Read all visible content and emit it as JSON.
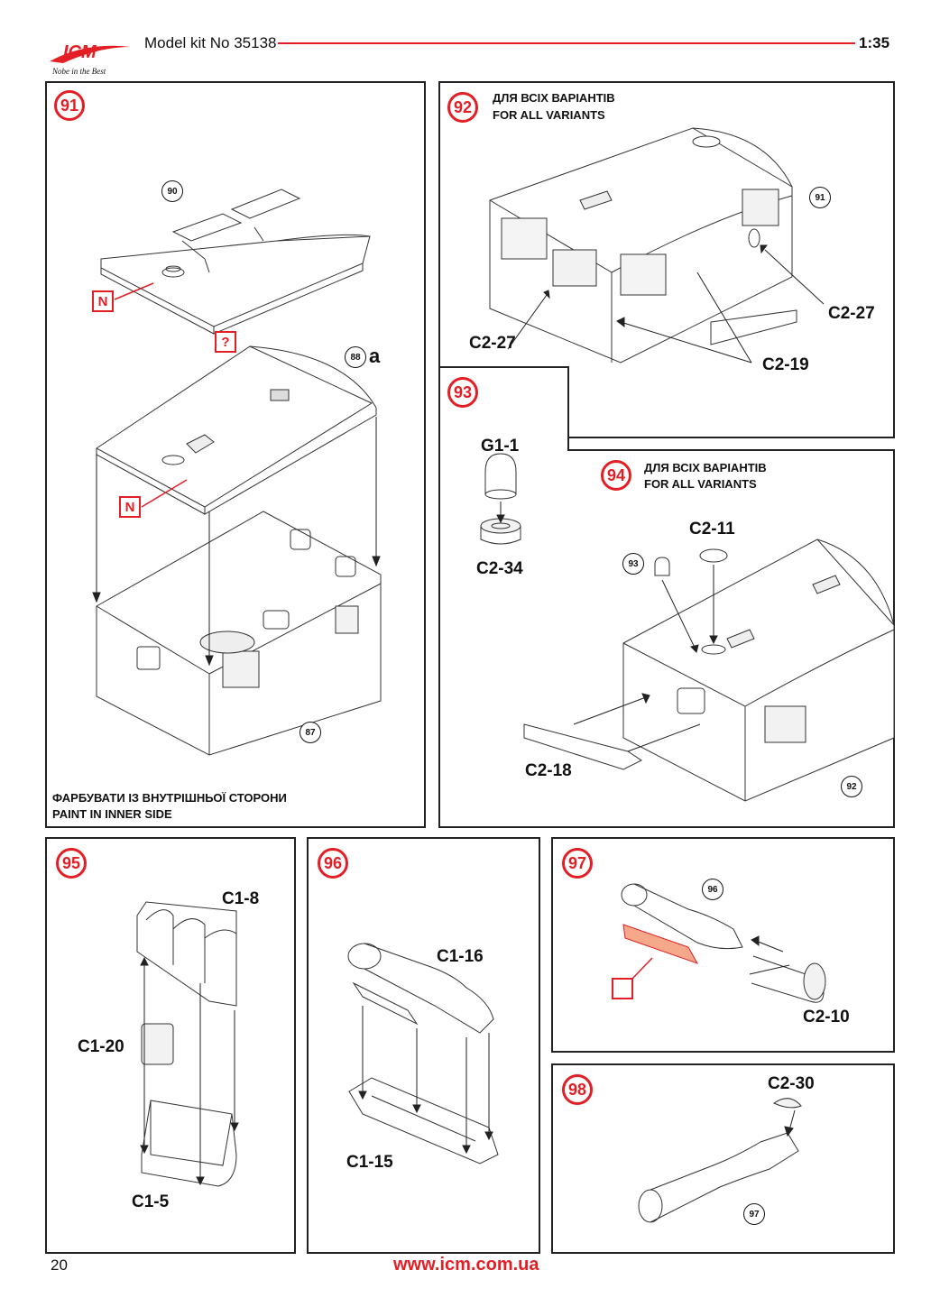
{
  "header": {
    "brand": "ICM",
    "tagline": "Nobe in the Best",
    "title": "Model kit No 35138",
    "scale": "1:35",
    "accent_color": "#e31e24"
  },
  "steps": {
    "s91": {
      "number": "91",
      "refs": [
        "90",
        "88",
        "87"
      ],
      "ref_suffix": "a",
      "tags": [
        "N",
        "?",
        "N"
      ],
      "note_ua": "ФАРБУВАТИ ІЗ ВНУТРІШНЬОЇ СТОРОНИ",
      "note_en": "PAINT IN INNER SIDE"
    },
    "s92": {
      "number": "92",
      "title_ua": "ДЛЯ ВСІХ ВАРІАНТІВ",
      "title_en": "FOR ALL VARIANTS",
      "refs": [
        "91"
      ],
      "parts": [
        "C2-27",
        "C2-27",
        "C2-19"
      ]
    },
    "s93": {
      "number": "93",
      "parts": [
        "G1-1",
        "C2-34"
      ]
    },
    "s94": {
      "number": "94",
      "title_ua": "ДЛЯ ВСІХ ВАРІАНТІВ",
      "title_en": "FOR ALL VARIANTS",
      "refs": [
        "93",
        "92"
      ],
      "parts": [
        "C2-11",
        "C2-18"
      ]
    },
    "s95": {
      "number": "95",
      "parts": [
        "C1-8",
        "C1-20",
        "C1-5"
      ]
    },
    "s96": {
      "number": "96",
      "parts": [
        "C1-16",
        "C1-15"
      ]
    },
    "s97": {
      "number": "97",
      "refs": [
        "96"
      ],
      "parts": [
        "C2-10"
      ]
    },
    "s98": {
      "number": "98",
      "refs": [
        "97"
      ],
      "parts": [
        "C2-30"
      ]
    }
  },
  "footer": {
    "page": "20",
    "url": "www.icm.com.ua"
  }
}
